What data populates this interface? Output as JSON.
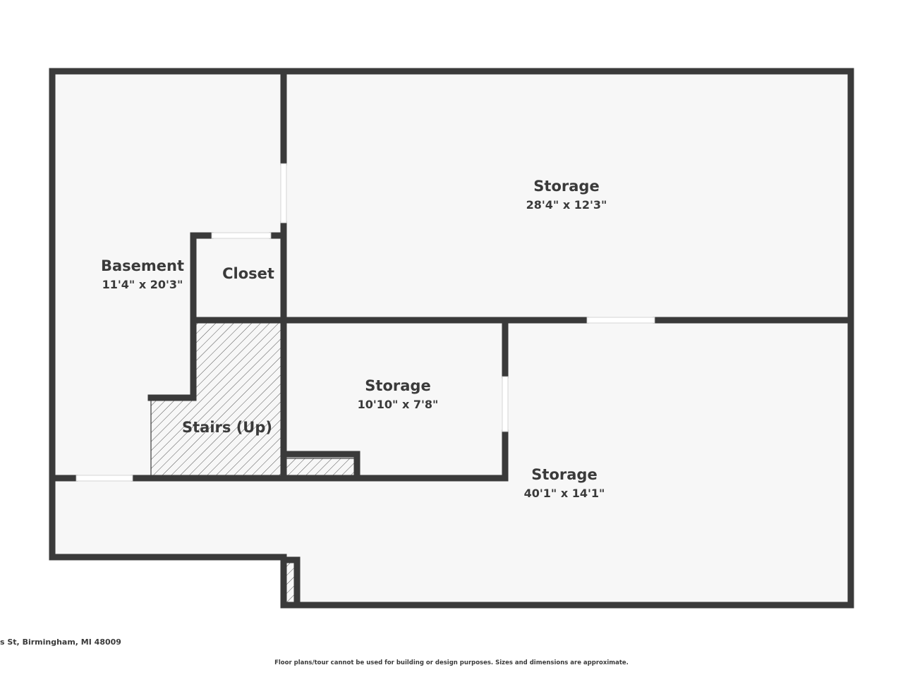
{
  "colors": {
    "wall": "#3a3a3a",
    "floor": "#f7f7f7",
    "opening": "#ffffff",
    "hatch": "#555555",
    "text": "#3a3a3a"
  },
  "rooms": {
    "basement": {
      "name": "Basement",
      "dimensions": "11'4\" x 20'3\""
    },
    "closet": {
      "name": "Closet"
    },
    "stairs": {
      "name": "Stairs (Up)"
    },
    "storage_top": {
      "name": "Storage",
      "dimensions": "28'4\" x 12'3\""
    },
    "storage_middle": {
      "name": "Storage",
      "dimensions": "10'10\" x 7'8\""
    },
    "storage_large": {
      "name": "Storage",
      "dimensions": "40'1\" x 14'1\""
    }
  },
  "footer": {
    "address": "s St, Birmingham, MI 48009",
    "extra": " ",
    "disclaimer": "Floor plans/tour cannot be used for building or design purposes. Sizes and dimensions are approximate."
  }
}
